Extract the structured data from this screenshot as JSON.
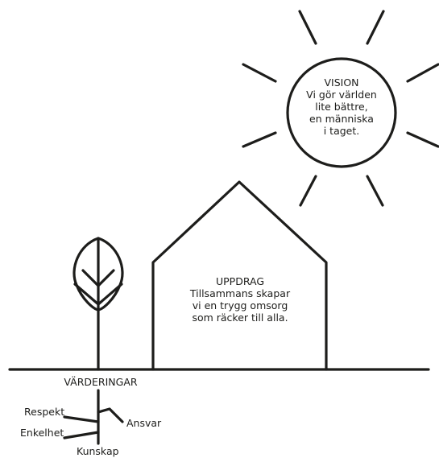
{
  "vision": {
    "title": "VISION",
    "lines": [
      "Vi gör världen",
      "lite bättre,",
      "en människa",
      "i taget."
    ]
  },
  "mission": {
    "title": "UPPDRAG",
    "lines": [
      "Tillsammans skapar",
      "vi en trygg omsorg",
      "som räcker till alla."
    ]
  },
  "values": {
    "title": "VÄRDERINGAR",
    "items": [
      "Respekt",
      "Enkelhet",
      "Ansvar",
      "Kunskap"
    ]
  },
  "colors": {
    "stroke": "#1d1d1b",
    "background": "#ffffff"
  }
}
